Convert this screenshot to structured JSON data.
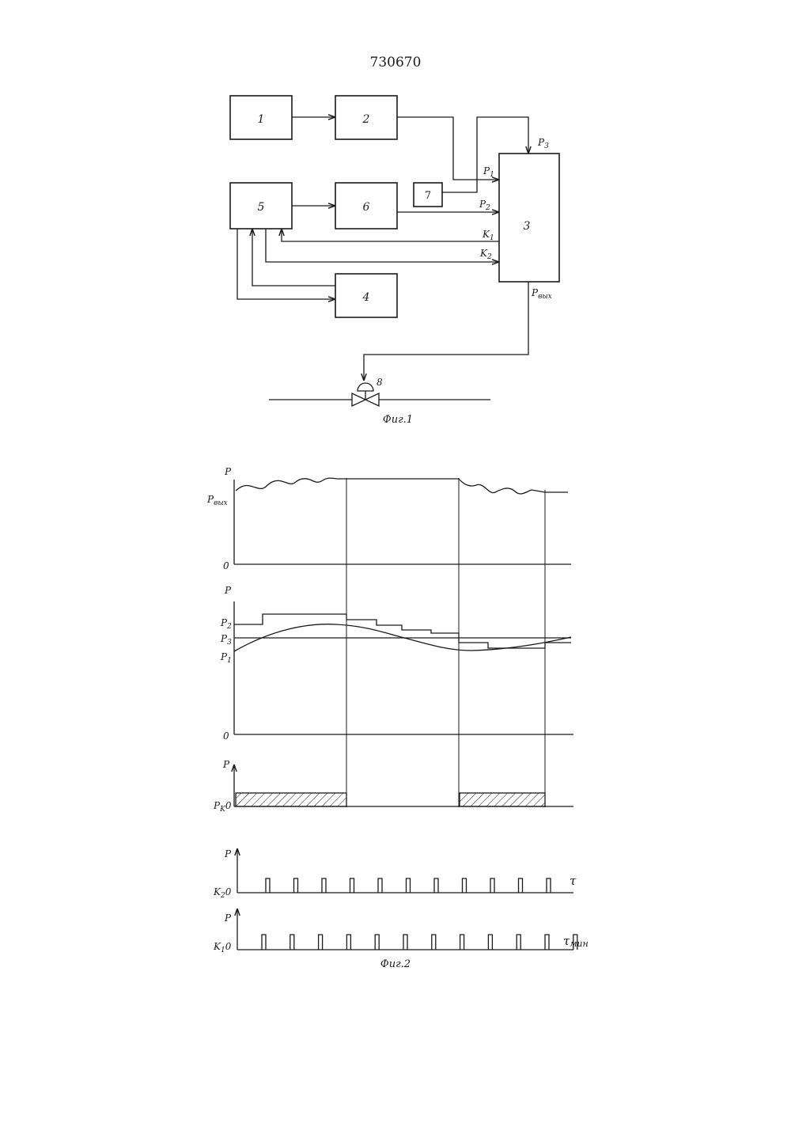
{
  "patent_number": "730670",
  "fig1": {
    "caption": "Фиг.1",
    "blocks": [
      {
        "id": "b1",
        "label": "1"
      },
      {
        "id": "b2",
        "label": "2"
      },
      {
        "id": "b3",
        "label": "3"
      },
      {
        "id": "b4",
        "label": "4"
      },
      {
        "id": "b5",
        "label": "5"
      },
      {
        "id": "b6",
        "label": "6"
      },
      {
        "id": "b7",
        "label": "7"
      }
    ],
    "valve_label": "8",
    "signals": {
      "p1": "P",
      "p1_sub": "1",
      "p2": "P",
      "p2_sub": "2",
      "p3": "P",
      "p3_sub": "3",
      "k1": "K",
      "k1_sub": "1",
      "k2": "K",
      "k2_sub": "2",
      "pout": "P",
      "pout_sub": "вых"
    }
  },
  "fig2": {
    "caption": "Фиг.2",
    "panel1": {
      "axis": "P",
      "level": "P",
      "level_sub": "вых",
      "zero": "0"
    },
    "panel2": {
      "axis": "P",
      "p2": "P",
      "p2_sub": "2",
      "p3": "P",
      "p3_sub": "3",
      "p1": "P",
      "p1_sub": "1",
      "zero": "0"
    },
    "panel3": {
      "axis": "P",
      "label": "P",
      "label_sub": "K",
      "zero": "0"
    },
    "panel4": {
      "axis": "P",
      "label": "K",
      "label_sub": "2",
      "zero": "0",
      "tau": "τ"
    },
    "panel5": {
      "axis": "P",
      "label": "K",
      "label_sub": "1",
      "zero": "0",
      "tau": "τ",
      "tau_sub": "мин"
    },
    "pulse_count_k2": 11,
    "pulse_count_k1": 12
  }
}
